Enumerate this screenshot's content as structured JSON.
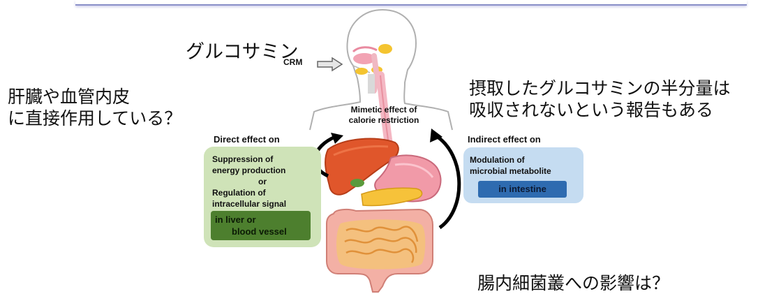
{
  "annotations": {
    "glucosamine": "グルコサミン",
    "liver_vessel_q1": "肝臓や血管内皮",
    "liver_vessel_q2": "に直接作用している？",
    "absorption_1": "摂取したグルコサミンの半分量は",
    "absorption_2": "吸収されないという報告もある",
    "gut_flora_q": "腸内細菌叢への影響は？"
  },
  "diagram": {
    "crm_label": "CRM",
    "mimetic_1": "Mimetic effect of",
    "mimetic_2": "calorie restriction",
    "direct_title": "Direct effect on",
    "direct_lines": [
      "Suppression of",
      "energy production",
      "or",
      "Regulation of",
      "intracellular signal"
    ],
    "direct_location_1": "in liver or",
    "direct_location_2": "blood vessel",
    "indirect_title": "Indirect effect on",
    "indirect_line_1": "Modulation of",
    "indirect_line_2": "microbial metabolite",
    "indirect_location": "in intestine"
  },
  "colors": {
    "direct_panel": "#cfe3b8",
    "direct_box": "#4d7f2e",
    "indirect_panel": "#c5dcf1",
    "indirect_box": "#2e6bb0"
  }
}
